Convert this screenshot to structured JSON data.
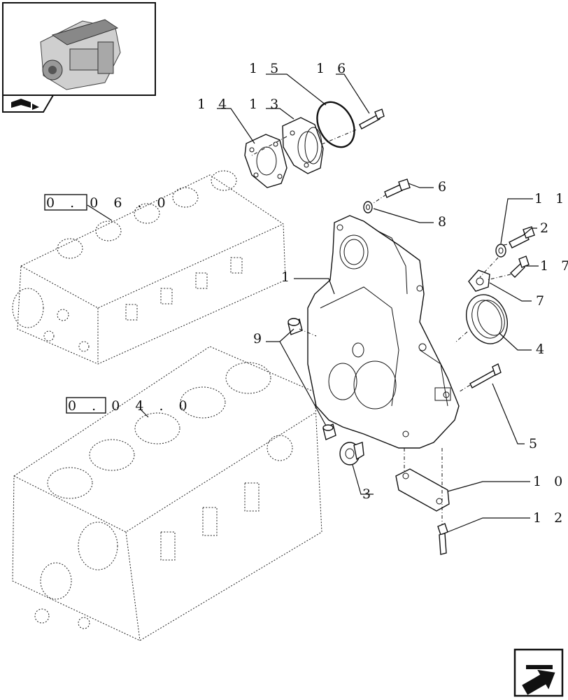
{
  "ref_labels": {
    "head_ref": "0 . 0 6 . 0",
    "block_ref": "0 . 0 4 . 0"
  },
  "callouts": {
    "c1": "1",
    "c2": "2",
    "c3": "3",
    "c4": "4",
    "c5": "5",
    "c6": "6",
    "c7": "7",
    "c8": "8",
    "c9": "9",
    "c10": "1 0",
    "c11": "1 1",
    "c12": "1 2",
    "c13": "1 3",
    "c14": "1 4",
    "c15": "1 5",
    "c16": "1 6",
    "c17": "1 7"
  },
  "icons": {
    "thumbnail": "engine-thumbnail-icon",
    "tab": "book-tab-icon",
    "nav": "next-page-arrow-icon"
  }
}
